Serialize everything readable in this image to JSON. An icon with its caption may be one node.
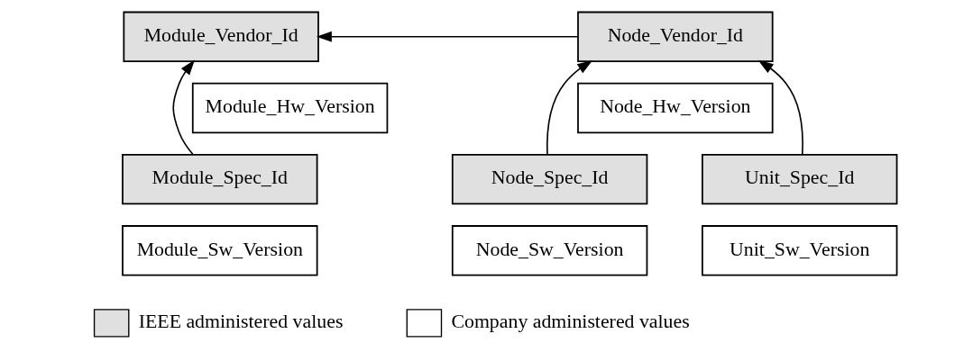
{
  "diagram": {
    "nodes": [
      {
        "text": [
          "Module_Vendor_Id"
        ]
      },
      {
        "text": [
          "Module_Hw_Version"
        ]
      },
      {
        "text": [
          "Node_Vendor_Id"
        ]
      },
      {
        "text": [
          "Node_Hw_Version"
        ]
      },
      {
        "text": [
          "Module_Spec_Id"
        ]
      },
      {
        "text": [
          "Module_Sw_Version"
        ]
      },
      {
        "text": [
          "Node_Spec_Id"
        ]
      },
      {
        "text": [
          "Node_Sw_Version"
        ]
      },
      {
        "text": [
          "Unit_Spec_Id"
        ]
      },
      {
        "text": [
          "Unit_Sw_Version"
        ]
      }
    ],
    "edges": [
      {
        "from": 2,
        "to": 0,
        "arrow": "to"
      },
      {
        "from": 4,
        "to": 0,
        "arrow": "to"
      },
      {
        "from": 6,
        "to": 2,
        "arrow": "to"
      },
      {
        "from": 8,
        "to": 2,
        "arrow": "to"
      }
    ],
    "legend": [
      {
        "text": "IEEE administered values",
        "color": "#e0e0e0"
      },
      {
        "text": "Company administered values",
        "color": "#ffffff"
      }
    ]
  }
}
